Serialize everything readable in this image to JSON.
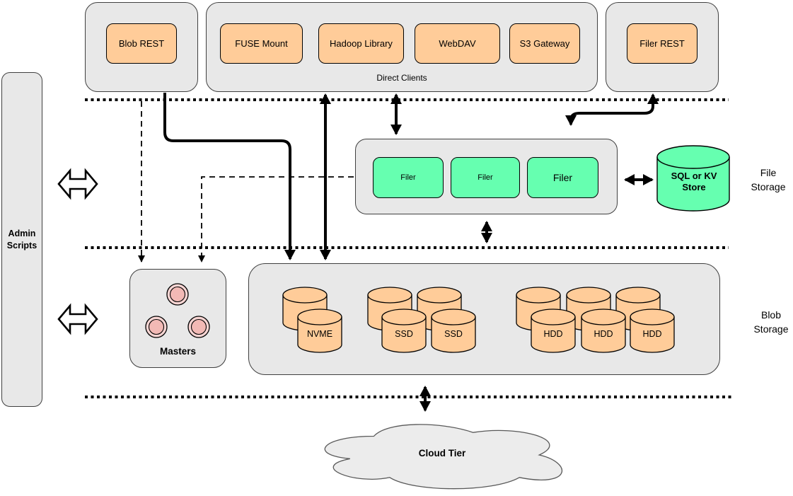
{
  "colors": {
    "container_gray": "#e8e8e8",
    "client_orange": "#ffcc99",
    "filer_green": "#66ffb0",
    "master_pink": "#f8d5d3",
    "line_black": "#000000"
  },
  "admin_scripts": {
    "label": "Admin Scripts"
  },
  "api_layer": {
    "blob_rest": {
      "label": "Blob REST"
    },
    "direct_clients": {
      "label": "Direct Clients",
      "clients": [
        {
          "label": "FUSE Mount"
        },
        {
          "label": "Hadoop Library"
        },
        {
          "label": "WebDAV"
        },
        {
          "label": "S3 Gateway"
        }
      ]
    },
    "filer_rest": {
      "label": "Filer REST"
    }
  },
  "file_storage": {
    "section_label": "File Storage",
    "filers": [
      {
        "label": "Filer"
      },
      {
        "label": "Filer"
      },
      {
        "label": "Filer"
      }
    ],
    "metadata_store": {
      "label": "SQL or KV Store"
    }
  },
  "masters": {
    "label": "Masters"
  },
  "blob_storage": {
    "section_label": "Blob Storage",
    "volumes": [
      {
        "label": "NVME"
      },
      {
        "label": "SSD"
      },
      {
        "label": "SSD"
      },
      {
        "label": "HDD"
      },
      {
        "label": "HDD"
      },
      {
        "label": "HDD"
      }
    ]
  },
  "cloud": {
    "label": "Cloud Tier"
  }
}
